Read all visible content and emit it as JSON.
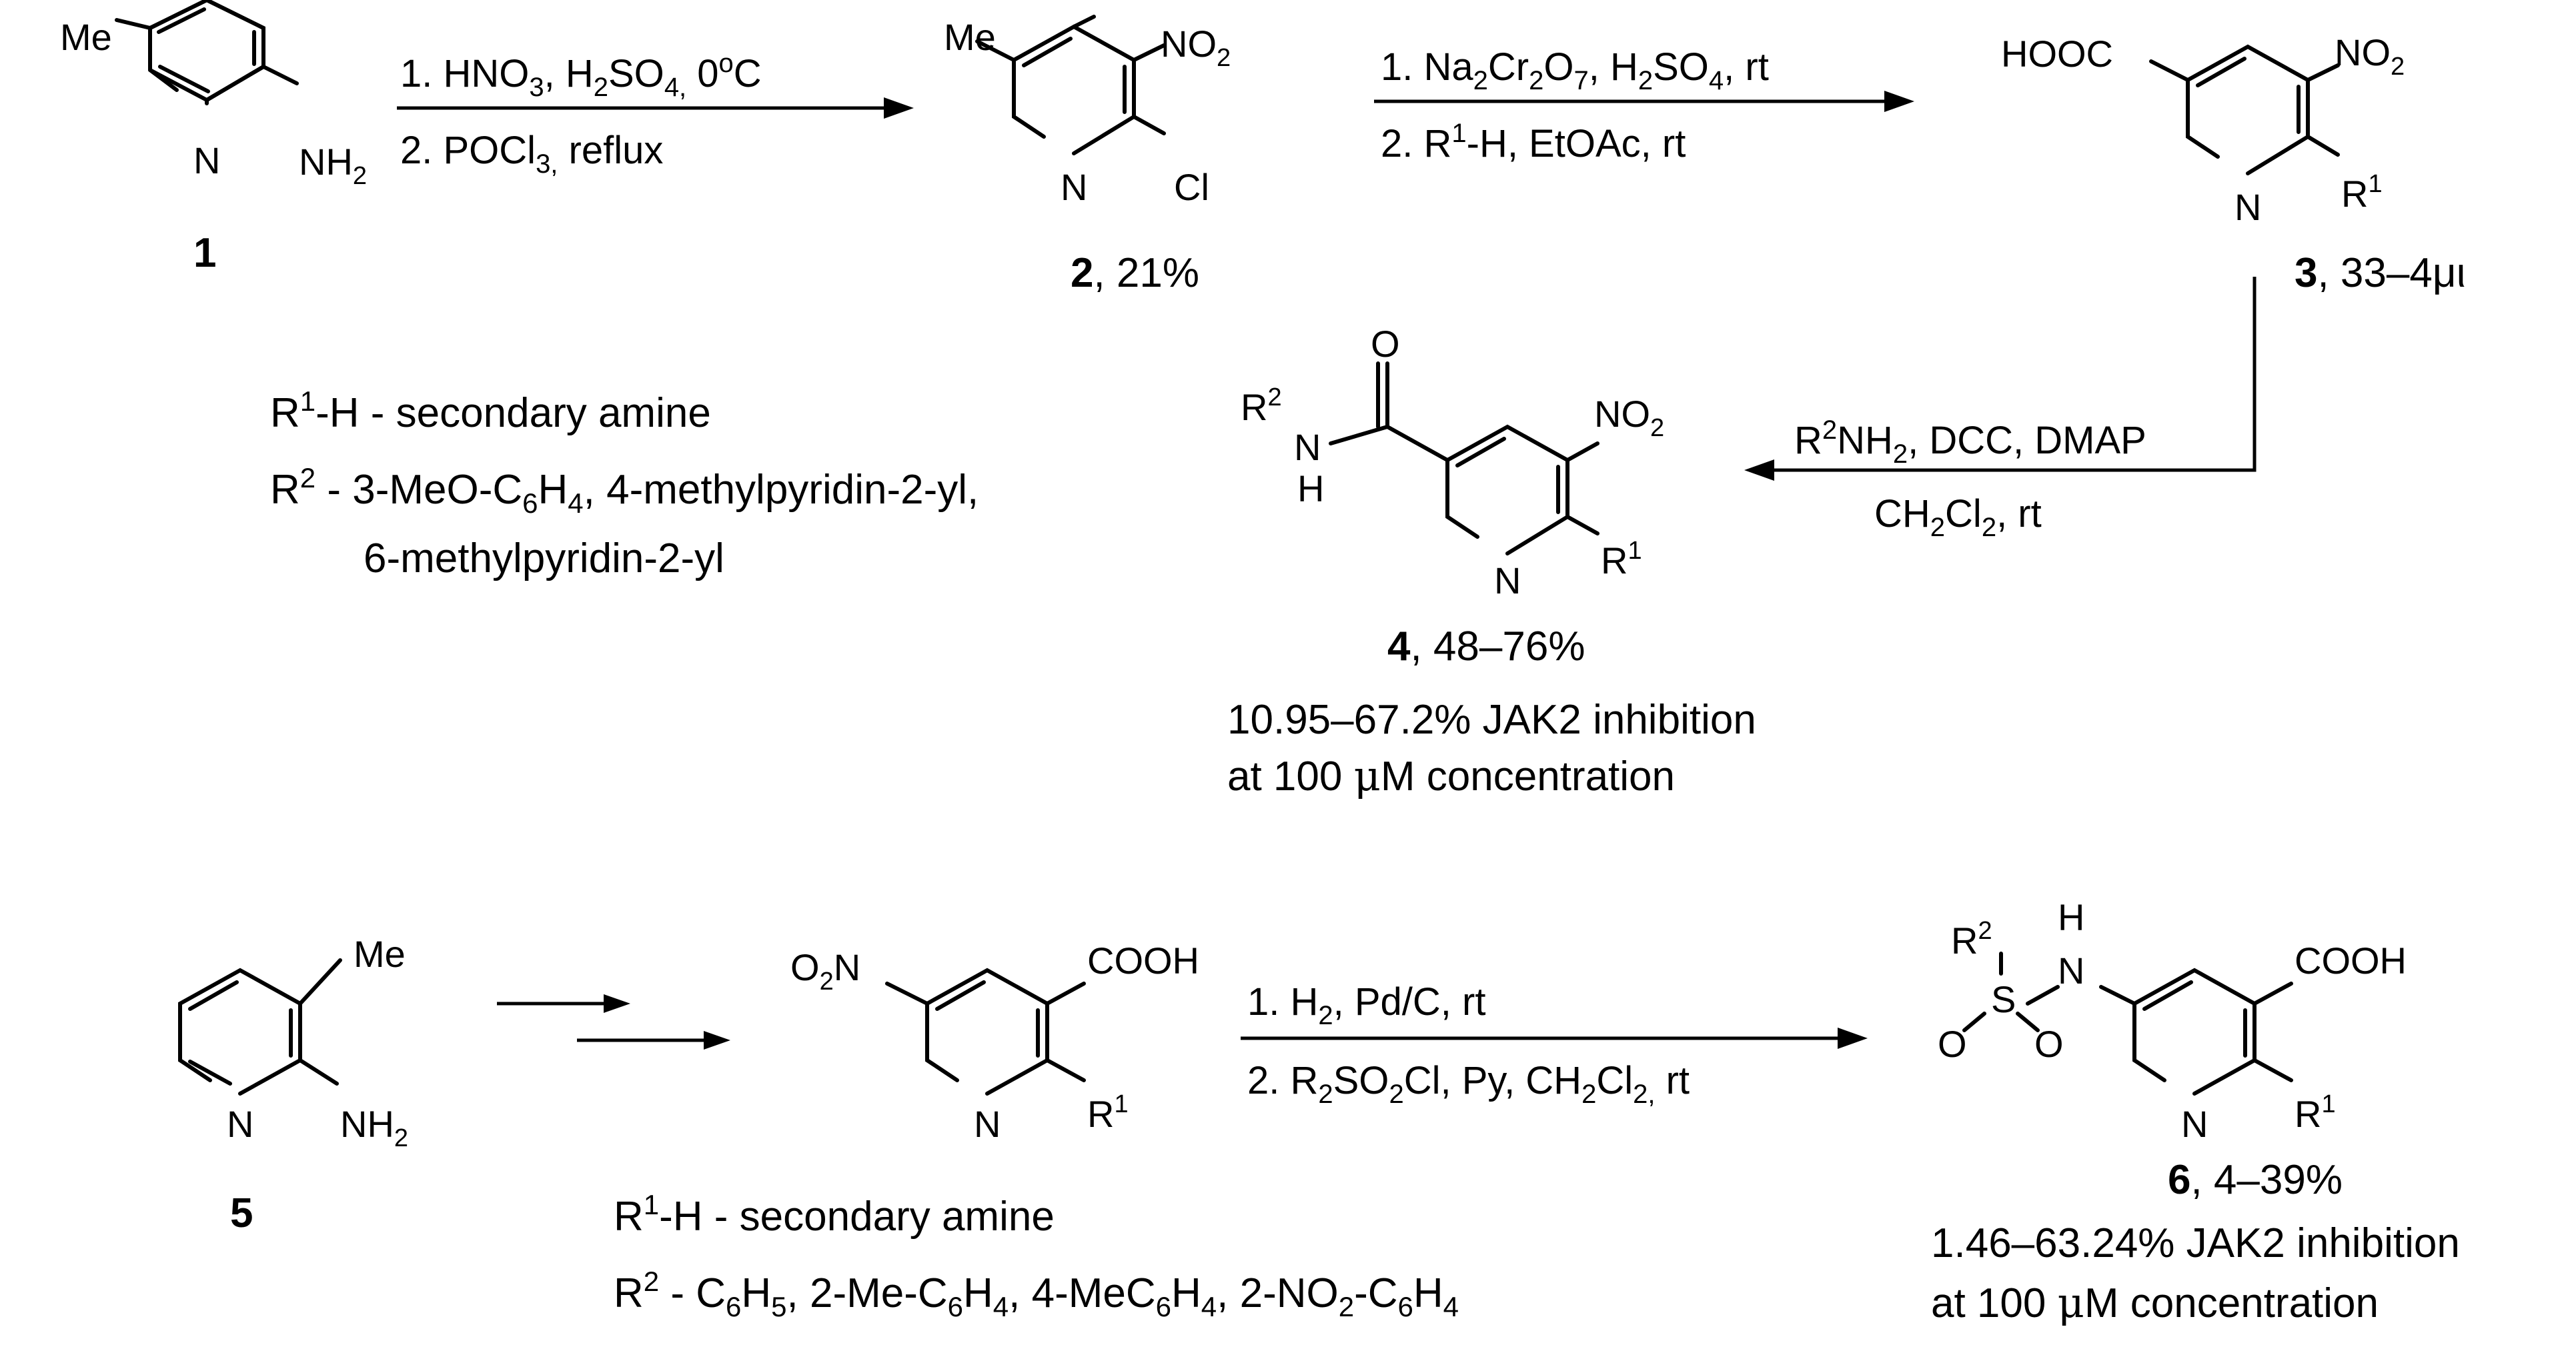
{
  "atoms": {
    "me": "Me",
    "n": "N",
    "nh": "NH",
    "h": "H",
    "cl": "Cl",
    "cooh": "COOH",
    "hooc": "HOOC",
    "r": "R",
    "o": "O",
    "no": "NO",
    "s": "S",
    "sub1": "1",
    "sub2": "2"
  },
  "compounds": {
    "c1": {
      "num": "1"
    },
    "c2": {
      "num": "2",
      "yield": ", 21%"
    },
    "c3": {
      "num": "3",
      "yield": ", 33–4μι"
    },
    "c4": {
      "num": "4",
      "yield": ", 48–76%",
      "activity_1": "10.95–67.2% JAK2 inhibition",
      "activity_2_a": "at 100 ",
      "activity_2_mu": "μ",
      "activity_2_b": "M concentration"
    },
    "c5": {
      "num": "5"
    },
    "c6": {
      "num": "6",
      "yield": ", 4–39%",
      "activity_1": "1.46–63.24% JAK2 inhibition",
      "activity_2_a": "at 100 ",
      "activity_2_mu": "μ",
      "activity_2_b": "M concentration"
    }
  },
  "steps": {
    "s1": {
      "a1": "1. HNO",
      "a2": "3",
      "a3": ", H",
      "a4": "2",
      "a5": "SO",
      "a6": "4,",
      "a7": " 0",
      "a8": "o",
      "a9": "C",
      "b1": "2. POCl",
      "b2": "3,",
      "b3": " reflux"
    },
    "s2": {
      "a1": "1. Na",
      "a2": "2",
      "a3": "Cr",
      "a4": "2",
      "a5": "O",
      "a6": "7",
      "a7": ", H",
      "a8": "2",
      "a9": "SO",
      "a10": "4",
      "a11": ", rt",
      "b1": "2. R",
      "b2": "1",
      "b3": "-H, EtOAc, rt"
    },
    "s3": {
      "a1": "R",
      "a2": "2",
      "a3": "NH",
      "a4": "2",
      "a5": ", DCC, DMAP",
      "b1": "CH",
      "b2": "2",
      "b3": "Cl",
      "b4": "2",
      "b5": ", rt"
    },
    "s5": {
      "a1": "1. H",
      "a2": "2",
      "a3": ", Pd/C, rt",
      "b1": "2. R",
      "b2": "2",
      "b3": "SO",
      "b4": "2",
      "b5": "Cl, Py, CH",
      "b6": "2",
      "b7": "Cl",
      "b8": "2,",
      "b9": " rt"
    }
  },
  "notes": {
    "top": {
      "l1a": "R",
      "l1b": "1",
      "l1c": "-H - secondary amine",
      "l2a": "R",
      "l2b": "2",
      "l2c": " - 3-MeO-C",
      "l2d": "6",
      "l2e": "H",
      "l2f": "4",
      "l2g": ", 4-methylpyridin-2-yl,",
      "l3": "6-methylpyridin-2-yl"
    },
    "bottom": {
      "l1a": "R",
      "l1b": "1",
      "l1c": "-H - secondary amine",
      "l2a": "R",
      "l2b": "2",
      "l2c": " - C",
      "l2d": "6",
      "l2e": "H",
      "l2f": "5",
      "l2g": ", 2-Me-C",
      "l2h": "6",
      "l2i": "H",
      "l2j": "4",
      "l2k": ", 4-MeC",
      "l2l": "6",
      "l2m": "H",
      "l2n": "4",
      "l2o": ", 2-NO",
      "l2p": "2",
      "l2q": "-C",
      "l2r": "6",
      "l2s": "H",
      "l2t": "4"
    }
  }
}
